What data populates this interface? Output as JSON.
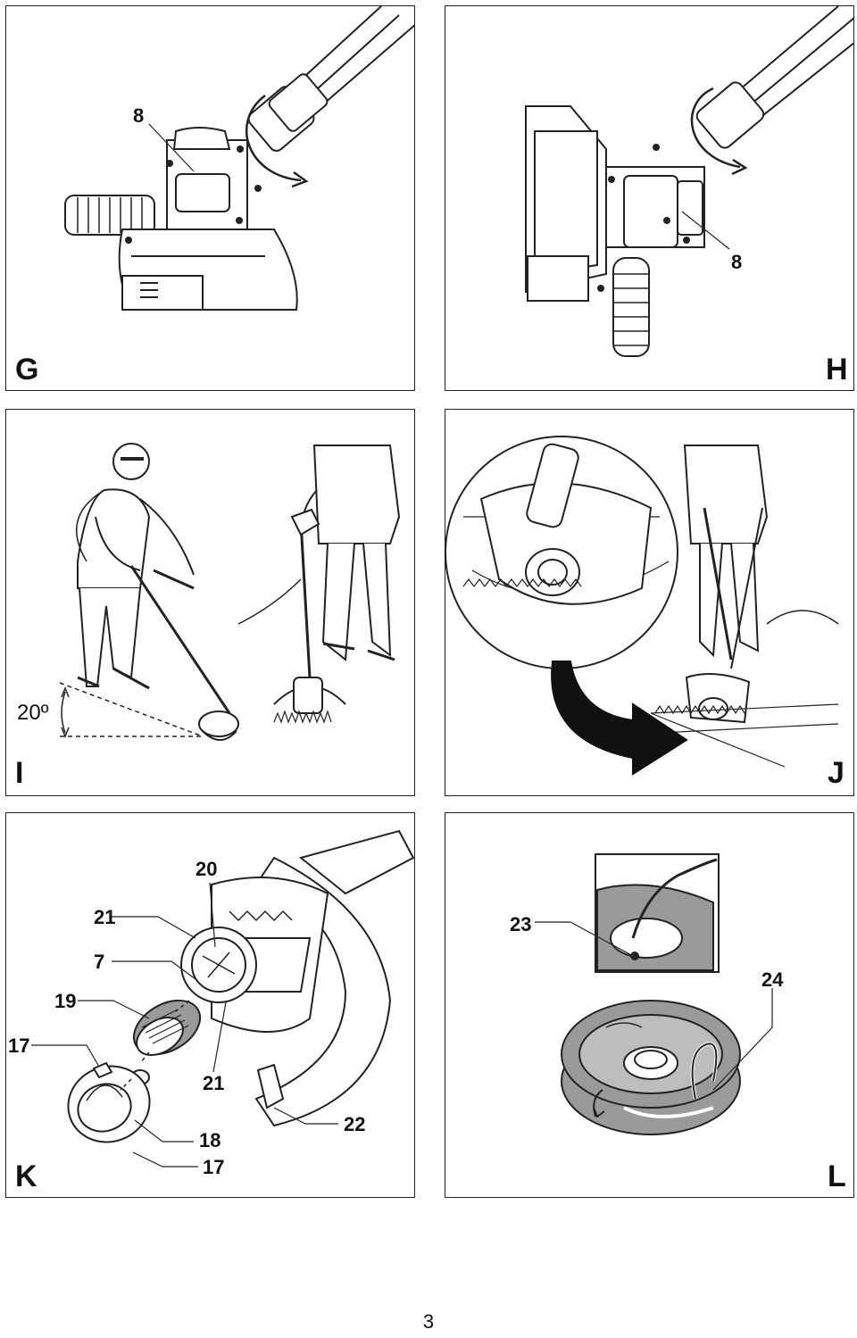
{
  "panels": {
    "G": {
      "letter": "G",
      "callouts": [
        "8"
      ]
    },
    "H": {
      "letter": "H",
      "callouts": [
        "8"
      ]
    },
    "I": {
      "letter": "I",
      "angle": "20º"
    },
    "J": {
      "letter": "J"
    },
    "K": {
      "letter": "K",
      "callouts": [
        "20",
        "21",
        "7",
        "19",
        "17",
        "21",
        "18",
        "22",
        "17"
      ]
    },
    "L": {
      "letter": "L",
      "callouts": [
        "23",
        "24"
      ]
    }
  },
  "page_number": "3",
  "colors": {
    "line": "#222222",
    "fill_gray": "#9a9a9a",
    "dark": "#333333"
  }
}
